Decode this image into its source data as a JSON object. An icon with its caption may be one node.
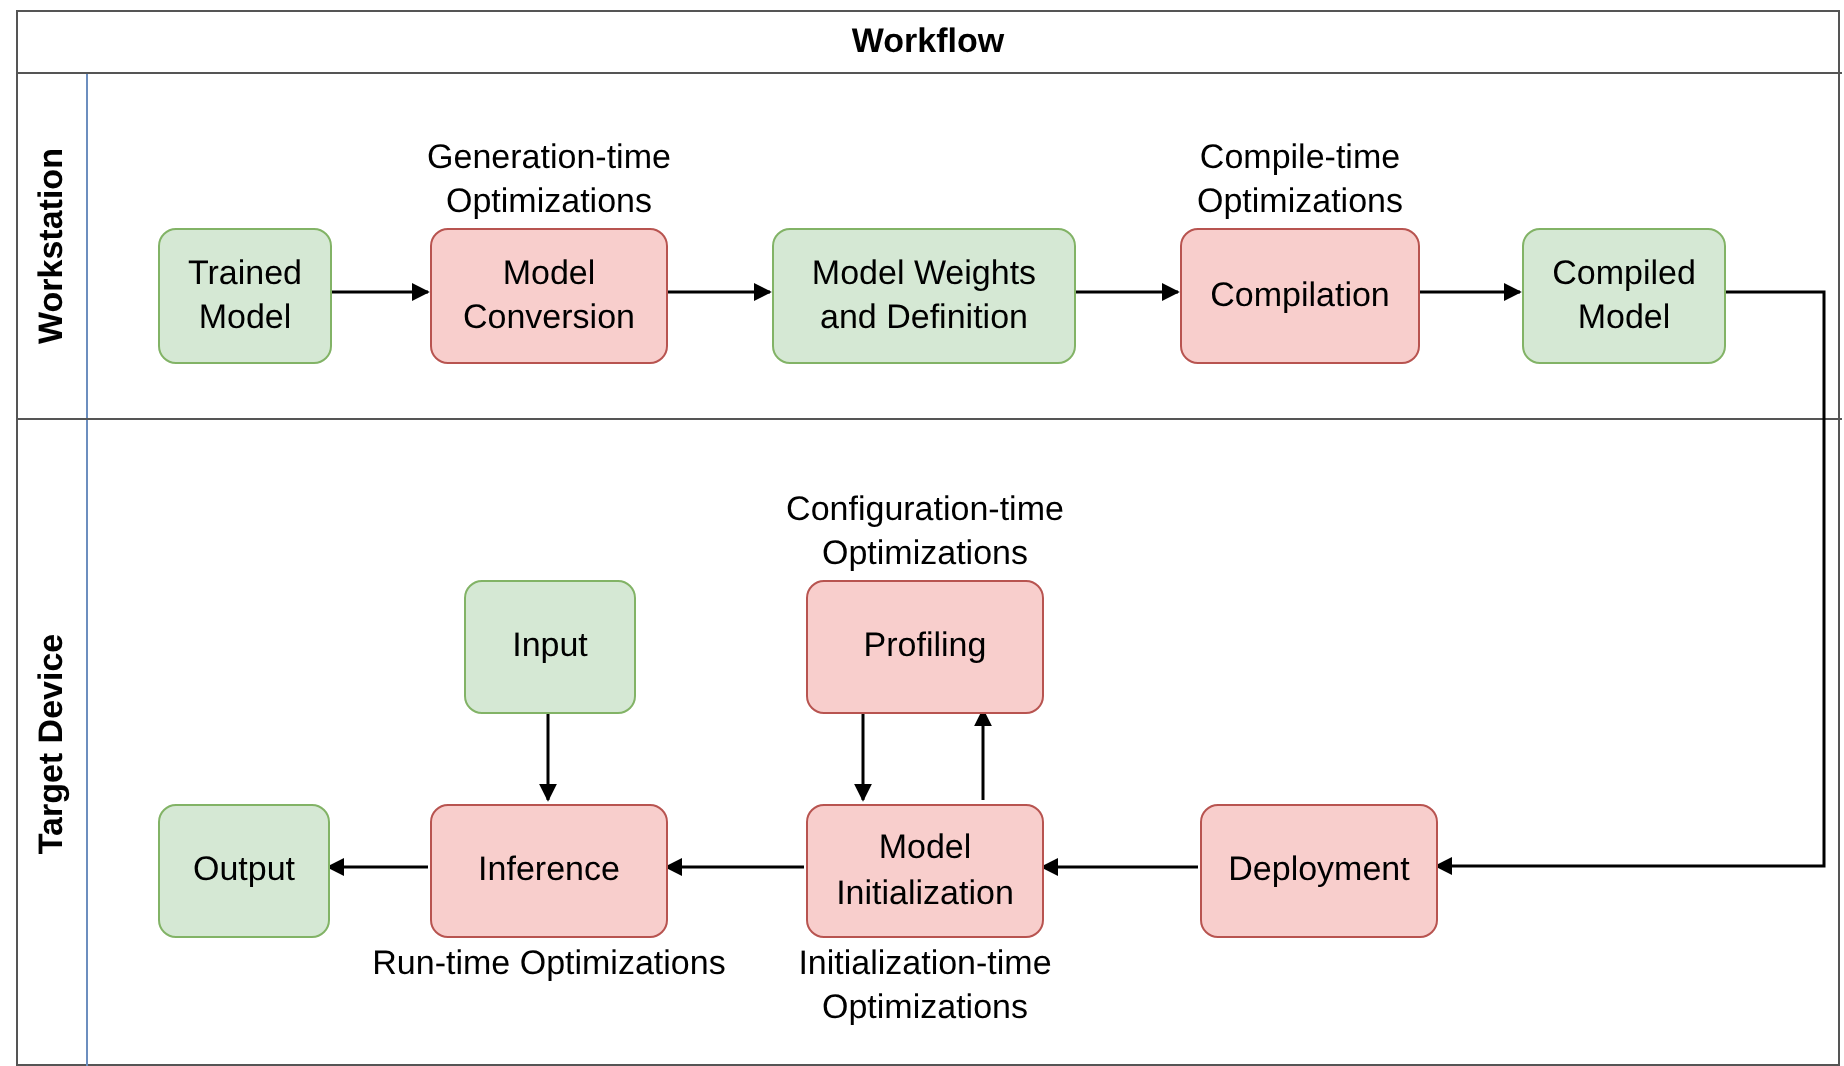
{
  "diagram": {
    "nodes": [
      {
        "text": [
          "Workflow"
        ]
      },
      {
        "text": [
          "Workstation"
        ],
        "in": 0
      },
      {
        "text": [
          "Target Device"
        ],
        "in": 0
      },
      {
        "text": [
          "Trained Model"
        ],
        "in": 1
      },
      {
        "text": [
          "Model Conversion"
        ],
        "in": 1,
        "beside": [
          "Generation-time Optimizations"
        ]
      },
      {
        "text": [
          "Model Weights and Definition"
        ],
        "in": 1
      },
      {
        "text": [
          "Compilation"
        ],
        "in": 1,
        "beside": [
          "Compile-time Optimizations"
        ]
      },
      {
        "text": [
          "Compiled Model"
        ],
        "in": 1
      },
      {
        "text": [
          "Input"
        ],
        "in": 2
      },
      {
        "text": [
          "Profiling"
        ],
        "in": 2,
        "beside": [
          "Configuration-time Optimizations"
        ]
      },
      {
        "text": [
          "Output"
        ],
        "in": 2
      },
      {
        "text": [
          "Inference"
        ],
        "in": 2,
        "beside": [
          "Run-time Optimizations"
        ]
      },
      {
        "text": [
          "Model Initialization"
        ],
        "in": 2,
        "beside": [
          "Initialization-time Optimizations"
        ]
      },
      {
        "text": [
          "Deployment"
        ],
        "in": 2
      }
    ],
    "edges": [
      {
        "from": 3,
        "to": 4,
        "arrow": "to"
      },
      {
        "from": 4,
        "to": 5,
        "arrow": "to"
      },
      {
        "from": 5,
        "to": 6,
        "arrow": "to"
      },
      {
        "from": 6,
        "to": 7,
        "arrow": "to"
      },
      {
        "from": 7,
        "to": 13,
        "arrow": "to"
      },
      {
        "from": 13,
        "to": 12,
        "arrow": "to"
      },
      {
        "from": 12,
        "to": 11,
        "arrow": "to"
      },
      {
        "from": 11,
        "to": 10,
        "arrow": "to"
      },
      {
        "from": 8,
        "to": 11,
        "arrow": "to"
      },
      {
        "from": 9,
        "to": 12,
        "arrow": "to"
      },
      {
        "from": 12,
        "to": 9,
        "arrow": "to"
      }
    ]
  }
}
